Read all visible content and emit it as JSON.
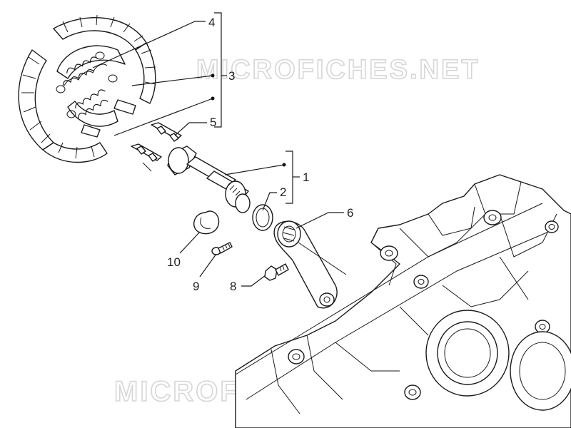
{
  "watermark_text": "MICROFICHES.NET",
  "callouts": [
    {
      "id": "1",
      "label": "1"
    },
    {
      "id": "2",
      "label": "2"
    },
    {
      "id": "3",
      "label": "3"
    },
    {
      "id": "4",
      "label": "4"
    },
    {
      "id": "5",
      "label": "5"
    },
    {
      "id": "6",
      "label": "6"
    },
    {
      "id": "8",
      "label": "8"
    },
    {
      "id": "9",
      "label": "9"
    },
    {
      "id": "10",
      "label": "10"
    }
  ]
}
